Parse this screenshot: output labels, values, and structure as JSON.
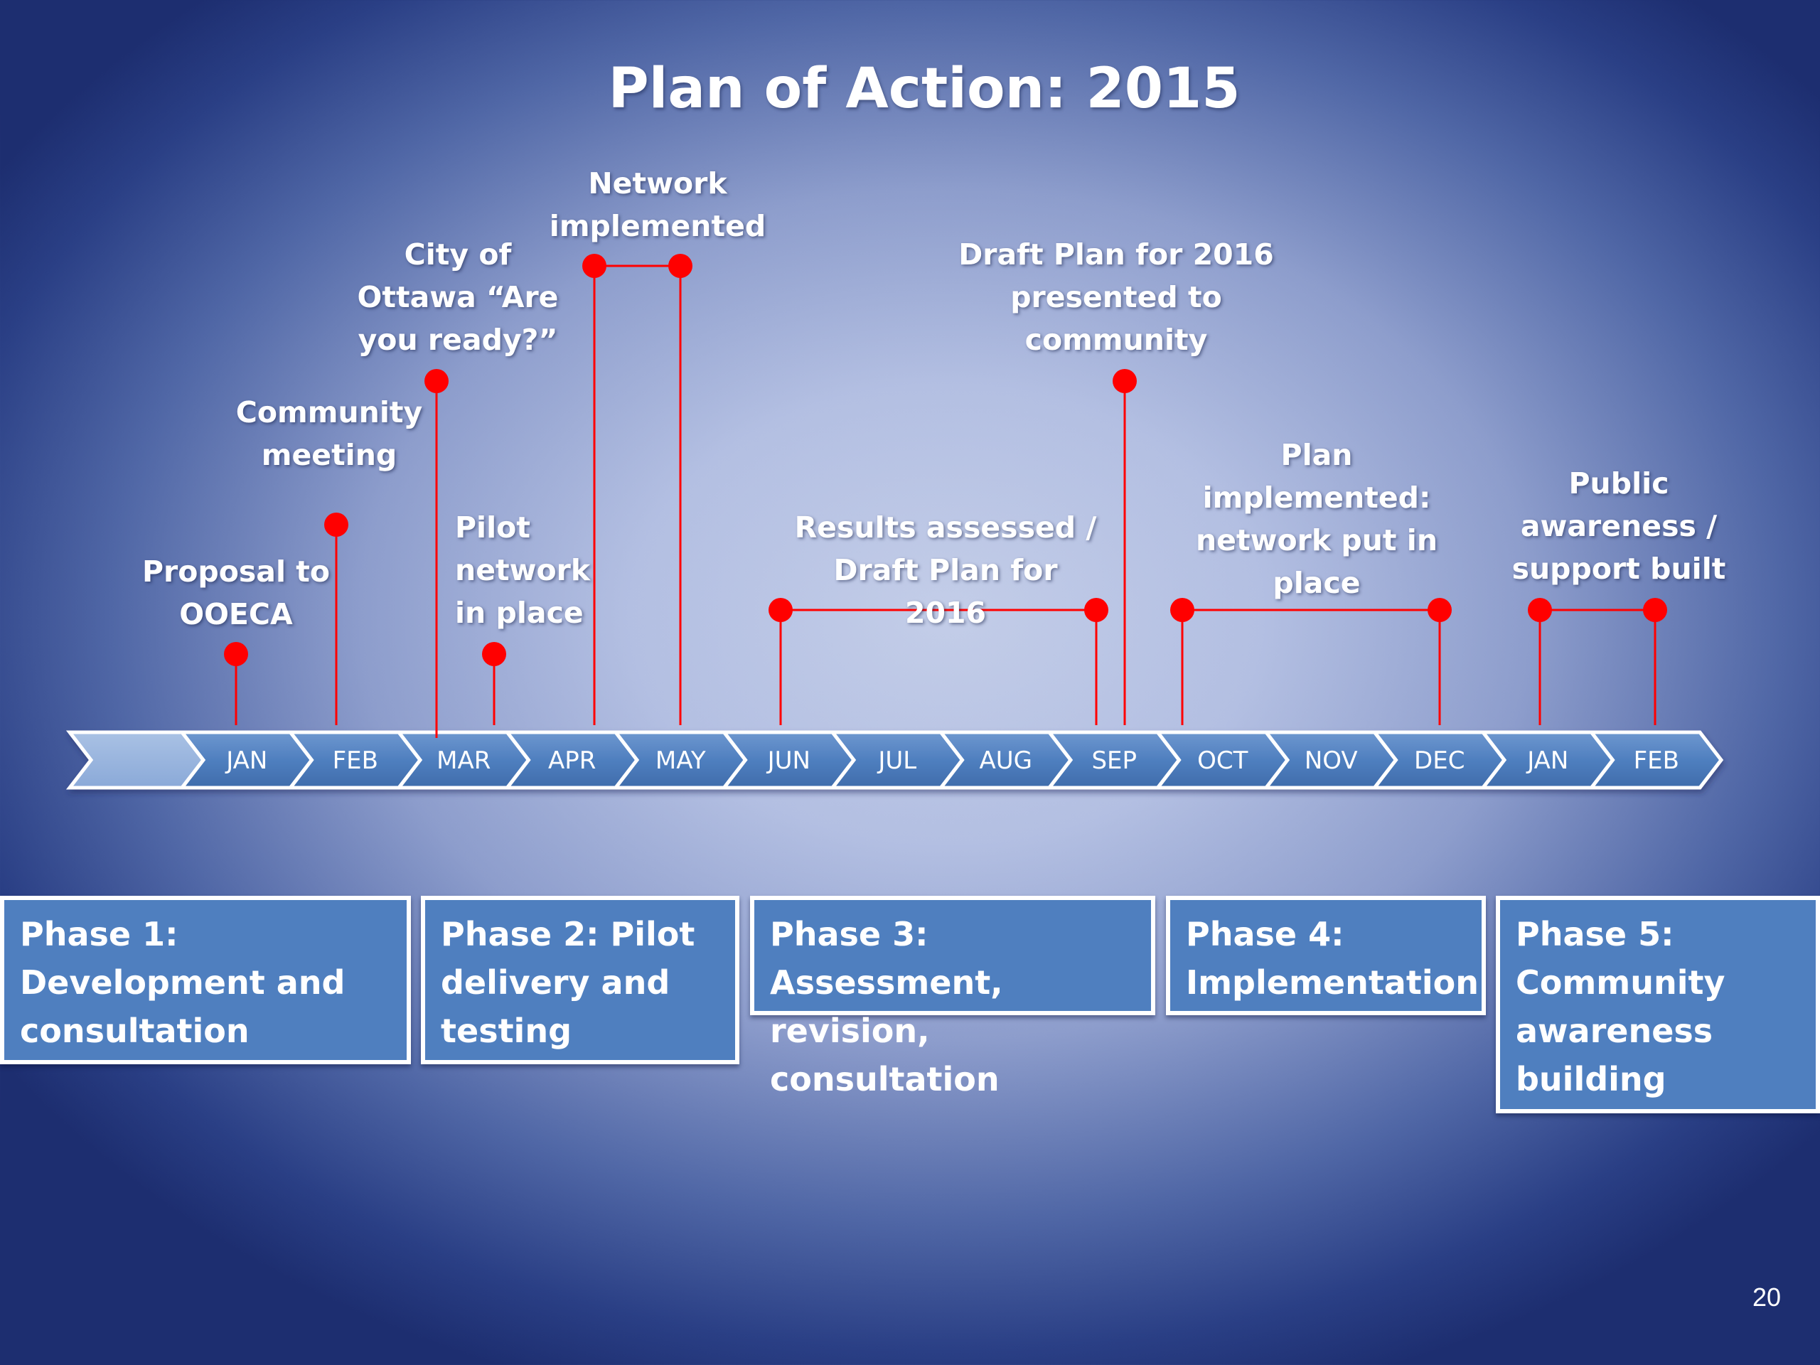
{
  "title": "Plan of Action: 2015",
  "months": [
    "JAN",
    "FEB",
    "MAR",
    "APR",
    "MAY",
    "JUN",
    "JUL",
    "AUG",
    "SEP",
    "OCT",
    "NOV",
    "DEC",
    "JAN",
    "FEB"
  ],
  "events": [
    {
      "label": "Proposal to\nOOECA"
    },
    {
      "label": "Community\nmeeting"
    },
    {
      "label": "City of\nOttawa “Are\nyou ready?”"
    },
    {
      "label": "Pilot\nnetwork\nin place"
    },
    {
      "label": "Network\nimplemented"
    },
    {
      "label": "Draft Plan  for 2016\npresented to\ncommunity"
    },
    {
      "label": "Results assessed  /\nDraft Plan for 2016"
    },
    {
      "label": "Plan\nimplemented:\nnetwork put in\nplace"
    },
    {
      "label": "Public\nawareness /\nsupport built"
    }
  ],
  "phases": [
    {
      "label": "Phase 1:\nDevelopment and\nconsultation"
    },
    {
      "label": "Phase 2: Pilot\ndelivery and\ntesting"
    },
    {
      "label": "Phase 3: Assessment,\nrevision, consultation"
    },
    {
      "label": "Phase 4:\nImplementation"
    },
    {
      "label": "Phase 5:\nCommunity\nawareness\nbuilding"
    }
  ],
  "colors": {
    "marker": "#ff0000",
    "phase_fill": "#4f7fbf",
    "chevron": "#5a86c4"
  },
  "page_number": "20"
}
